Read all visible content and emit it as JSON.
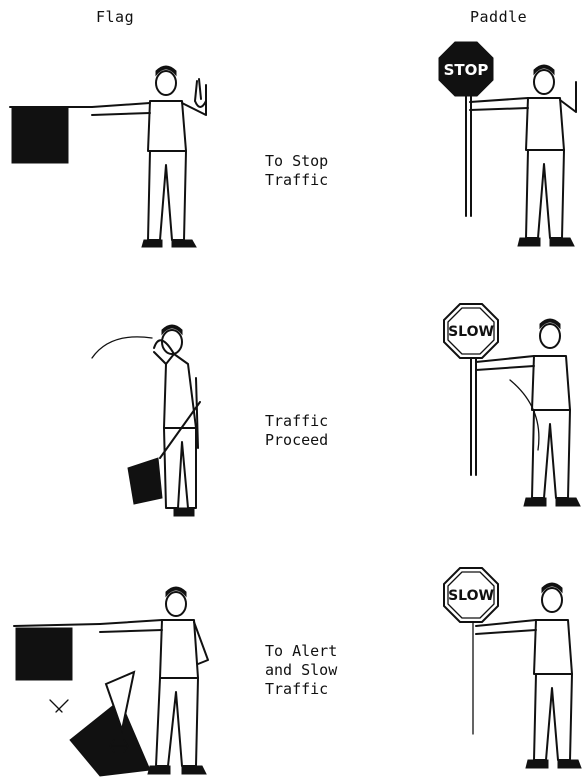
{
  "headers": {
    "flag": "Flag",
    "paddle": "Paddle"
  },
  "rows": [
    {
      "caption": "To Stop\nTraffic",
      "paddle_sign": "STOP",
      "flag_signal": "flag-extended-horizontal",
      "paddle_signal": "stop-paddle-raised"
    },
    {
      "caption": "Traffic\nProceed",
      "paddle_sign": "SLOW",
      "flag_signal": "flag-lowered-wave-on",
      "paddle_signal": "slow-paddle-wave-on"
    },
    {
      "caption": "To Alert\nand Slow\nTraffic",
      "paddle_sign": "SLOW",
      "flag_signal": "flag-waved-down",
      "paddle_signal": "slow-paddle-extended"
    }
  ]
}
